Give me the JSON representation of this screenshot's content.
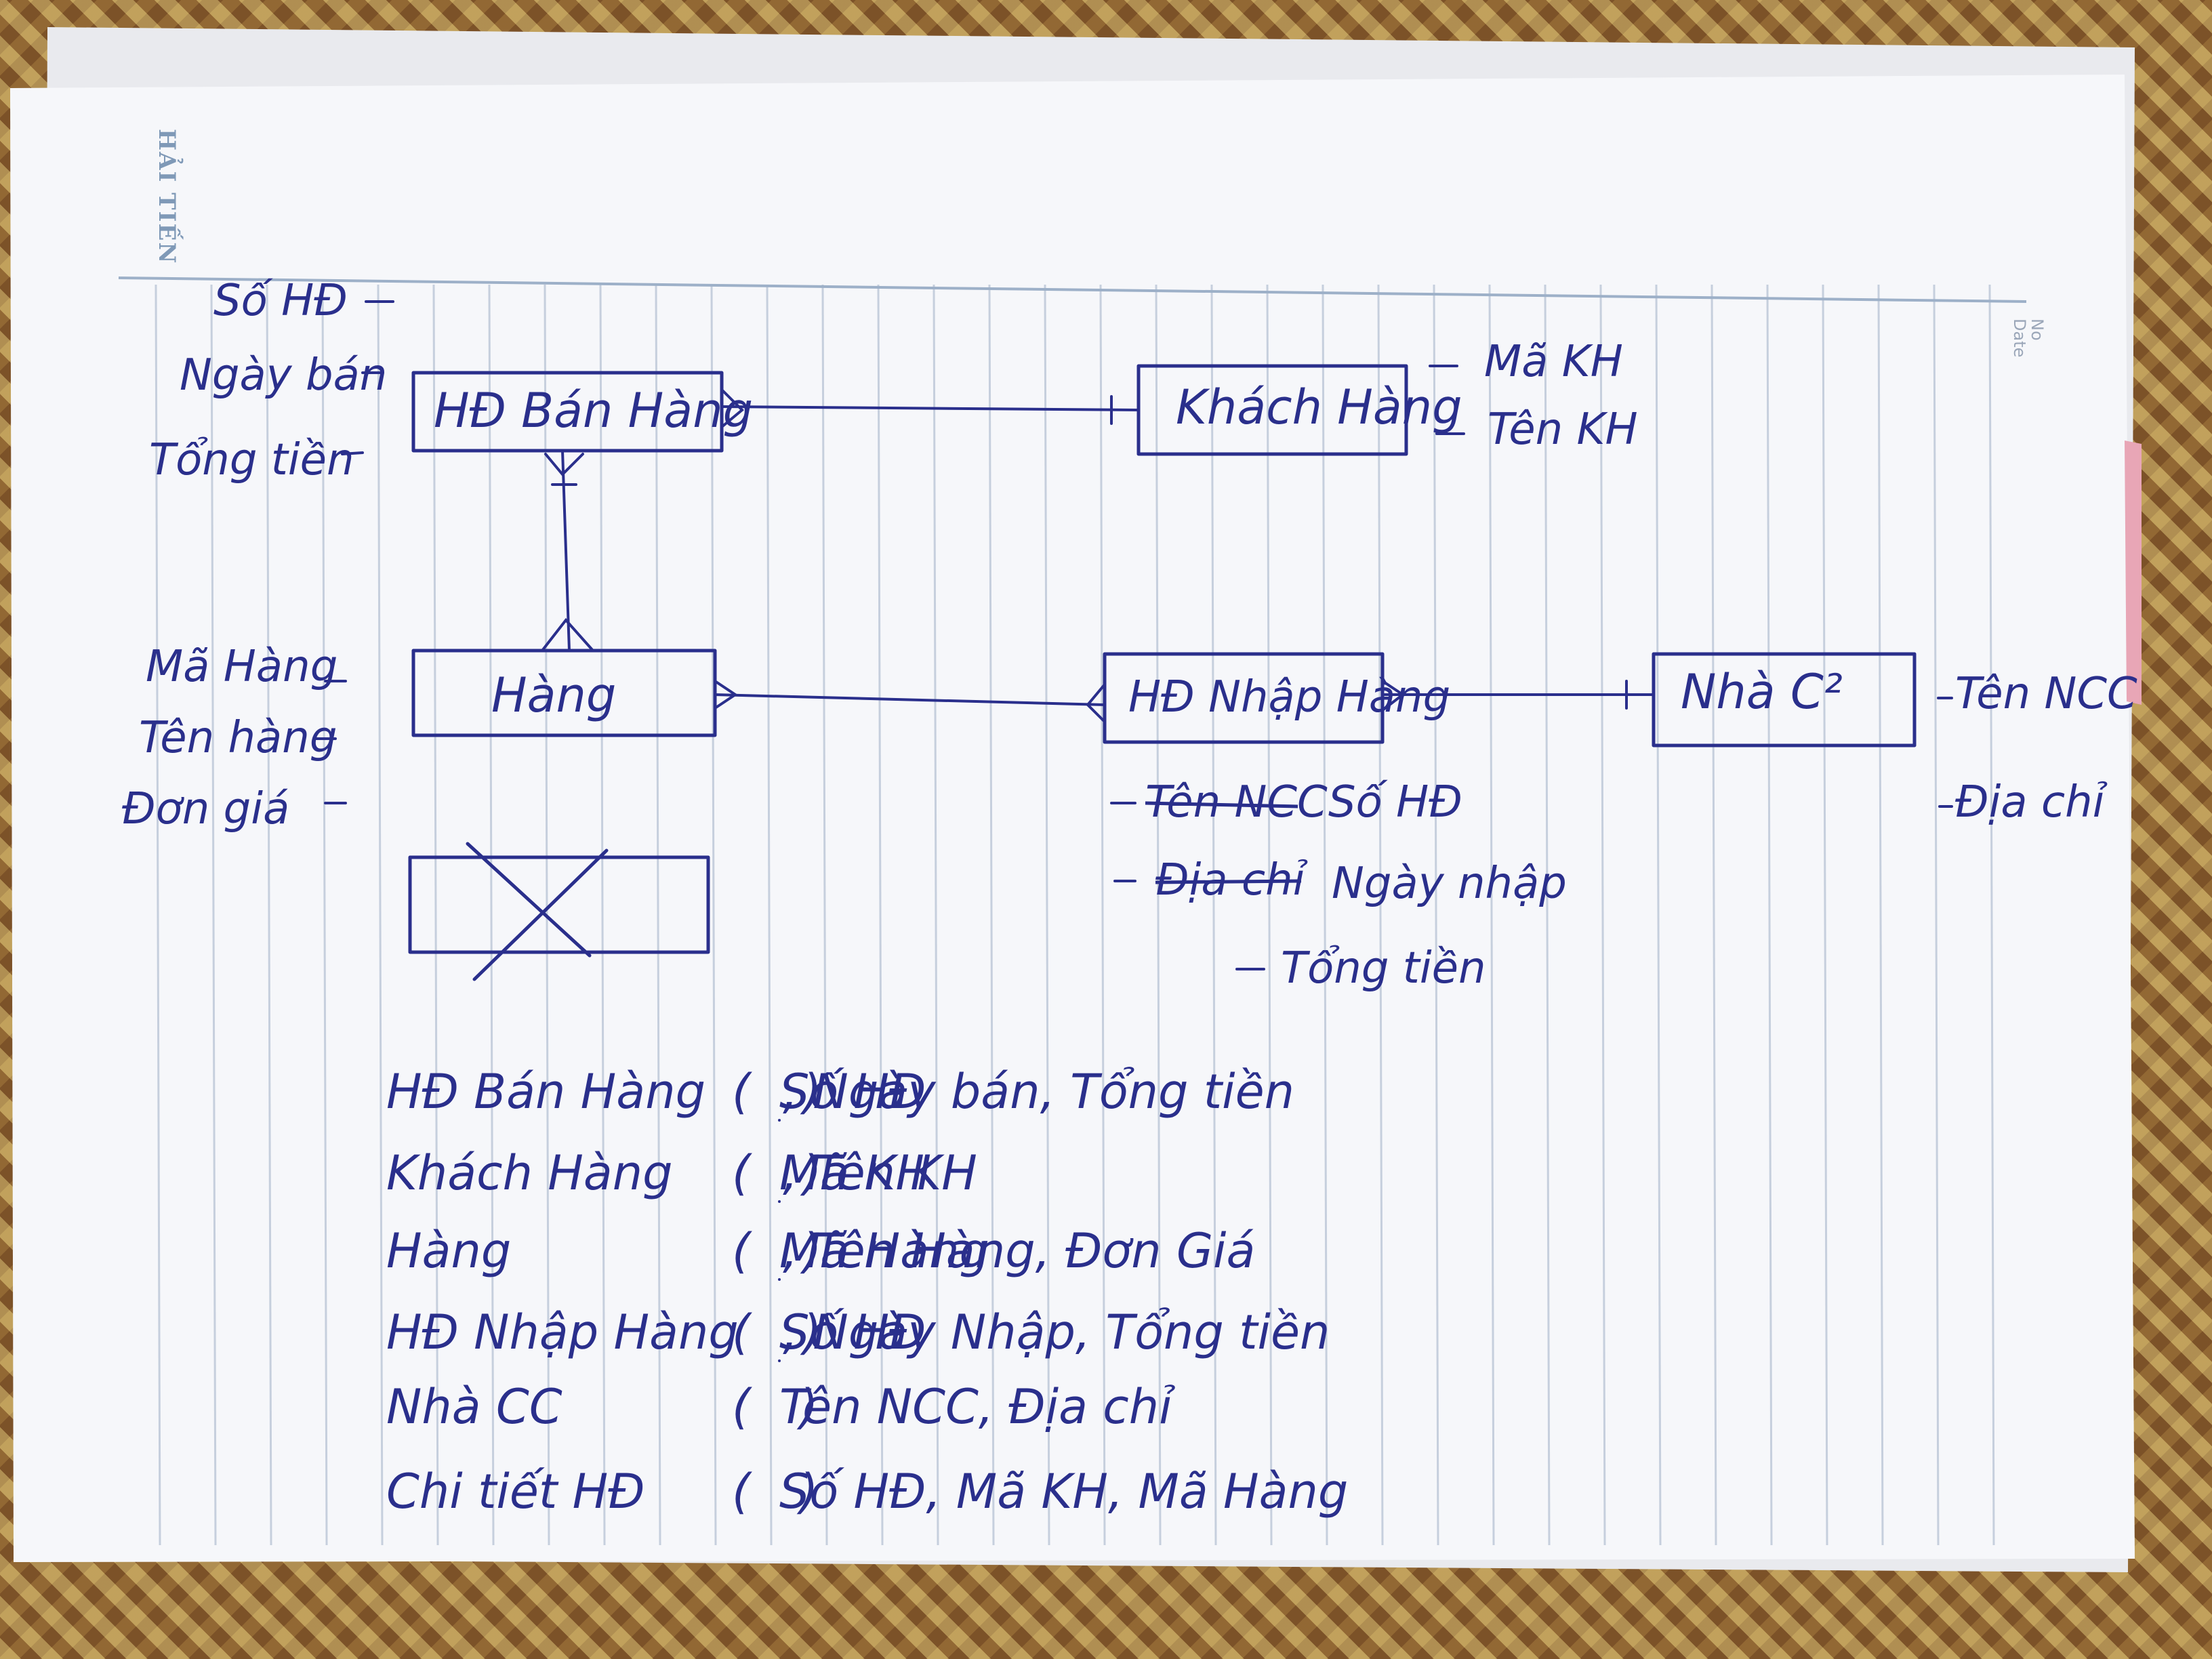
{
  "notebook": {
    "brand": "HẢI TIẾN",
    "no_label": "No",
    "date_label": "Date"
  },
  "diagram": {
    "entities": {
      "hd_ban_hang": "HĐ Bán Hàng",
      "khach_hang": "Khách Hàng",
      "hang": "Hàng",
      "hd_nhap_hang": "HĐ Nhập Hàng",
      "nha_cc": "Nhà C²"
    },
    "attributes": {
      "hd_ban_hang": [
        "Số HĐ",
        "Ngày bán",
        "Tổng tiền"
      ],
      "khach_hang": [
        "Mã KH",
        "Tên KH"
      ],
      "hang": [
        "Mã Hàng",
        "Tên hàng",
        "Đơn giá"
      ],
      "hd_nhap_hang_struck": [
        "Tên NCC",
        "Địa chỉ"
      ],
      "hd_nhap_hang": [
        "Số HĐ",
        "Ngày nhập",
        "Tổng tiền"
      ],
      "nha_cc": [
        "Tên NCC",
        "Địa chỉ"
      ]
    }
  },
  "relations": [
    {
      "name": "HĐ Bán Hàng",
      "open": "(",
      "key": "Số HĐ",
      "rest": ", Ngày bán, Tổng tiền",
      "close": ")"
    },
    {
      "name": "Khách Hàng",
      "open": "(",
      "key": "Mã KH",
      "rest": ", Tên KH",
      "close": ")"
    },
    {
      "name": "Hàng",
      "open": "(",
      "key": "Mã Hàng",
      "rest": ", Tên Hàng, Đơn Giá",
      "close": ")"
    },
    {
      "name": "HĐ Nhập Hàng",
      "open": "(",
      "key": "Số HĐ",
      "rest": ", Ngày Nhập, Tổng tiền",
      "close": ")"
    },
    {
      "name": "Nhà CC",
      "open": "(",
      "key": "",
      "rest": "Tên NCC, Địa chỉ",
      "close": ")"
    },
    {
      "name": "Chi tiết HĐ",
      "open": "(",
      "key": "",
      "rest": "Số HĐ, Mã KH, Mã Hàng",
      "close": ")"
    }
  ],
  "colors": {
    "ink": "#2a2f8c",
    "paper": "#f4f5f8",
    "rule": "#c9d2e0",
    "mat": "#9a7a3f"
  }
}
